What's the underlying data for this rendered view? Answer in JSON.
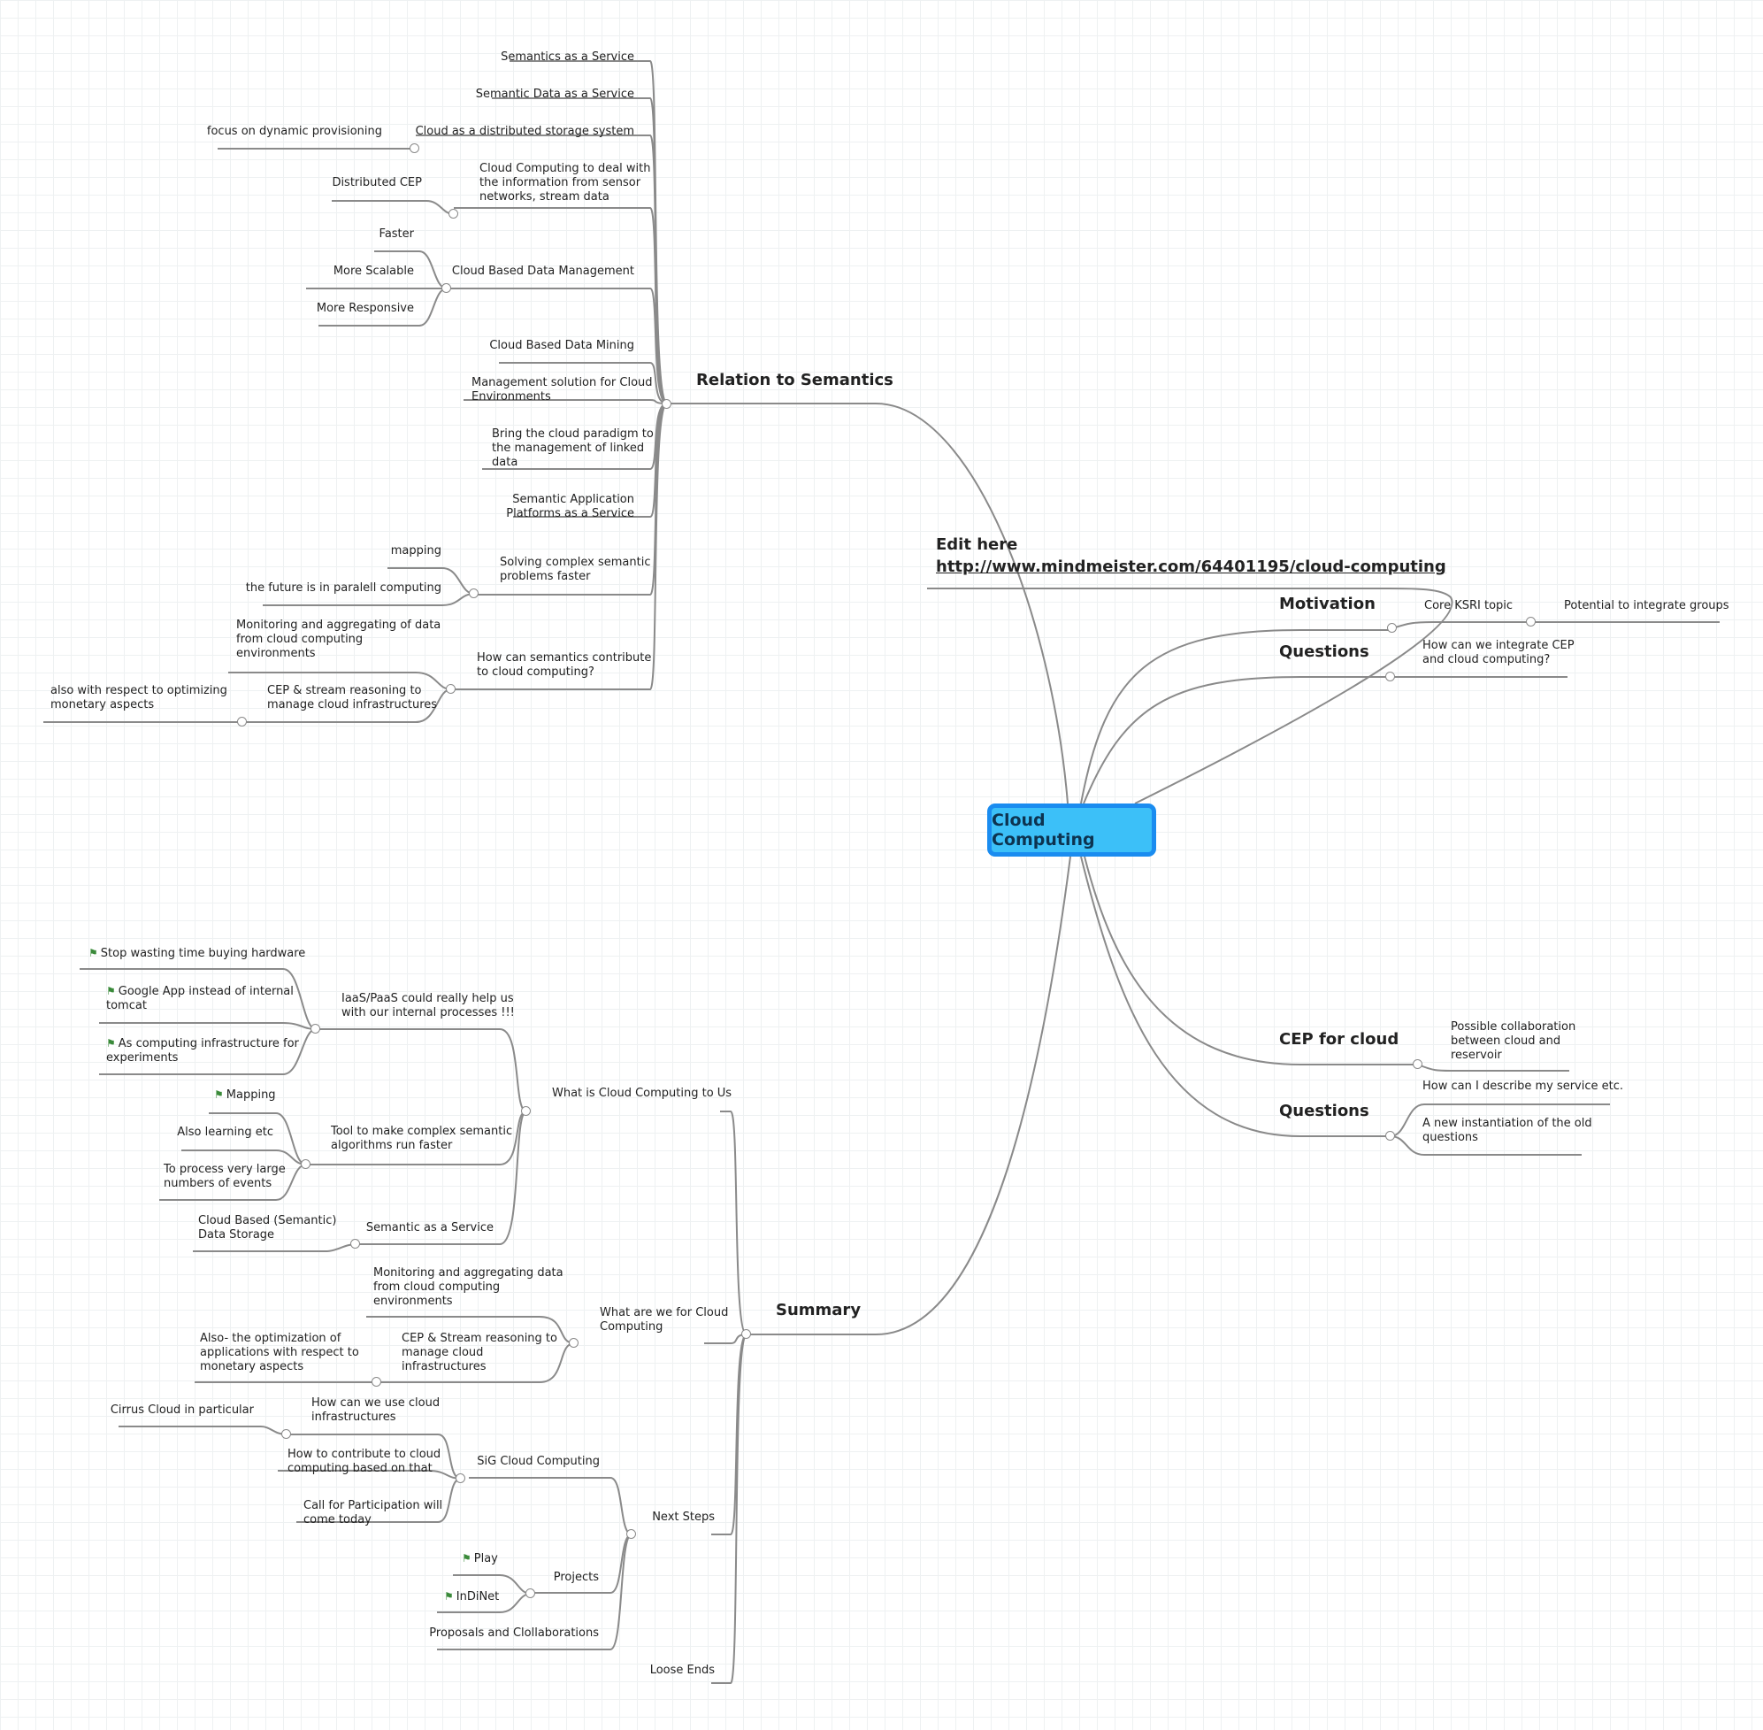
{
  "root": {
    "label": "Cloud Computing"
  },
  "edit_note": {
    "title": "Edit here",
    "link": "http://www.mindmeister.com/64401195/cloud-computing"
  },
  "branches": {
    "relation": {
      "label": "Relation to Semantics",
      "items": [
        "Semantics as a Service",
        "Semantic Data as a Service",
        "Cloud as a distributed storage system",
        "focus on dynamic provisioning",
        "Cloud Computing to deal with\nthe information from sensor\nnetworks, stream data",
        "Distributed CEP",
        "Cloud Based Data Management",
        "Faster",
        "More Scalable",
        "More Responsive",
        "Cloud Based Data Mining",
        "Management solution for Cloud\nEnvironments",
        "Bring the cloud paradigm to\nthe management of linked\ndata",
        "Semantic Application\nPlatforms as a Service",
        "Solving complex semantic\nproblems faster",
        "mapping",
        "the future is in paralell computing",
        "How can semantics contribute\nto cloud computing?",
        "Monitoring and aggregating of data\nfrom cloud computing\nenvironments",
        "CEP & stream reasoning to\nmanage cloud infrastructures",
        "also with respect to optimizing\nmonetary aspects"
      ]
    },
    "motivation": {
      "label": "Motivation",
      "items": [
        "Core KSRI topic",
        "Potential to integrate groups"
      ]
    },
    "questions_top": {
      "label": "Questions",
      "items": [
        "How can we integrate CEP\nand cloud computing?"
      ]
    },
    "cep": {
      "label": "CEP for cloud",
      "items": [
        "Possible collaboration\nbetween cloud and\nreservoir"
      ]
    },
    "questions_bottom": {
      "label": "Questions",
      "items": [
        "How can I describe my service etc.",
        "A new instantiation of the old\nquestions"
      ]
    },
    "summary": {
      "label": "Summary",
      "items": [
        "What is Cloud Computing to Us",
        "IaaS/PaaS could really help us\nwith our internal processes !!!",
        "Stop wasting time buying hardware",
        "Google App instead of internal\ntomcat",
        "As computing infrastructure for\nexperiments",
        "Tool to make complex semantic\nalgorithms run faster",
        "Mapping",
        "Also learning etc",
        "To process very large\nnumbers of events",
        "Semantic as a Service",
        "Cloud Based (Semantic)\nData Storage",
        "What are we for Cloud\nComputing",
        "Monitoring and aggregating data\nfrom cloud computing\nenvironments",
        "CEP & Stream reasoning to\nmanage cloud\ninfrastructures",
        "Also- the optimization of\napplications with respect to\nmonetary aspects",
        "Next Steps",
        "SiG Cloud Computing",
        "How can we use cloud\ninfrastructures",
        "Cirrus Cloud in particular",
        "How to contribute to cloud\ncomputing based on that",
        "Call for Participation will\ncome today",
        "Projects",
        "Play",
        "InDiNet",
        "Proposals and Clollaborations",
        "Loose Ends"
      ]
    }
  },
  "colors": {
    "root_fill": "#3cc0f8",
    "root_border": "#1a8cf0",
    "connector": "#8a8a8a",
    "flag": "#3a8a3a"
  },
  "icons": {
    "flag": "flag-icon"
  }
}
